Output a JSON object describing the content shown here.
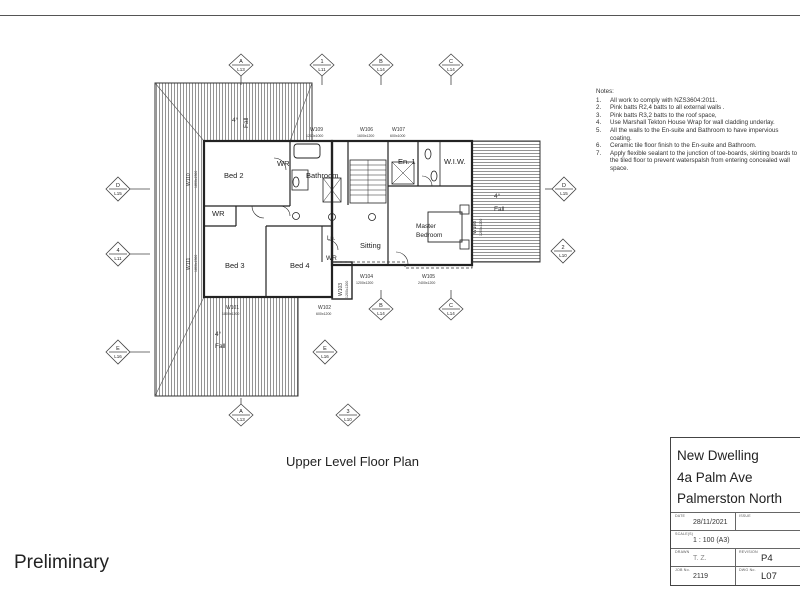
{
  "plan": {
    "title": "Upper Level Floor Plan",
    "stamp": "Preliminary",
    "rooms": {
      "bed2": "Bed 2",
      "bed3": "Bed 3",
      "bed4": "Bed 4",
      "bathroom": "Bathroom",
      "sitting": "Sitting",
      "en1": "En. 1",
      "wiw": "W.I.W.",
      "master": [
        "Master",
        "Bedroom"
      ],
      "wr1": "WR",
      "wr2": "WR",
      "wr3": "WR",
      "ln": "Ln."
    },
    "windows": {
      "w109": [
        "W109",
        "1200x1000"
      ],
      "w106": [
        "W106",
        "1600x1200"
      ],
      "w107": [
        "W107",
        "600x1000"
      ],
      "w110": [
        "W110",
        "1800x1500"
      ],
      "w111": [
        "W111",
        "1800x1500"
      ],
      "w101": [
        "W101",
        "1800x1200"
      ],
      "w102": [
        "W102",
        "600x1200"
      ],
      "w103": [
        "W103",
        "1200x1200"
      ],
      "w104": [
        "W104",
        "1200x1200"
      ],
      "w105": [
        "W105",
        "2400x1200"
      ],
      "w108": [
        "W108",
        "1200x1200"
      ]
    },
    "roof_labels": {
      "fall_top": "Fall",
      "slope_top": "4°",
      "fall_right": "Fall",
      "slope_right": "4°",
      "fall_bottom": "Fall",
      "slope_bottom": "4°"
    },
    "markers": {
      "a_top": [
        "A",
        "L13"
      ],
      "one_top": [
        "1",
        "L11"
      ],
      "b_top": [
        "B",
        "L14"
      ],
      "c_top": [
        "C",
        "L14"
      ],
      "d_left": [
        "D",
        "L15"
      ],
      "d_right": [
        "D",
        "L15"
      ],
      "four_left": [
        "4",
        "L11"
      ],
      "two_right": [
        "2",
        "L10"
      ],
      "b_mid": [
        "B",
        "L14"
      ],
      "c_mid": [
        "C",
        "L14"
      ],
      "e_left": [
        "E",
        "L16"
      ],
      "e_mid": [
        "E",
        "L16"
      ],
      "a_bottom": [
        "A",
        "L13"
      ],
      "three_bottom": [
        "3",
        "L10"
      ]
    }
  },
  "notes": {
    "title": "Notes:",
    "items": [
      {
        "num": "1.",
        "text": "All work to comply with NZS3604:2011."
      },
      {
        "num": "2.",
        "text": "Pink batts R2,4 batts to all external walls ."
      },
      {
        "num": "3.",
        "text": "Pink batts R3,2 batts to the roof space,"
      },
      {
        "num": "4.",
        "text": "Use Marshall Tekton House Wrap for wall cladding underlay."
      },
      {
        "num": "5.",
        "text": "All the walls to the En-suite and Bathroom to have impervious coating."
      },
      {
        "num": "6.",
        "text": "Ceramic tile floor finish to the En-suite and Bathroom."
      },
      {
        "num": "7.",
        "text": "Apply flexible sealant to the junction of toe-boards, skirting boards to the tiled floor to prevent waterspalsh from entering concealed wall space."
      }
    ]
  },
  "title_block": {
    "line1": "New Dwelling",
    "line2": "4a Palm Ave",
    "line3": "Palmerston North",
    "date_label": "DATE",
    "date": "28/11/2021",
    "issue_label": "ISSUE",
    "scale_label": "SCALE(S)",
    "scale": "1 : 100 (A3)",
    "drawn_label": "DRAWN",
    "drawn": "T. Z.",
    "revision_label": "REVISION",
    "revision": "P4",
    "job_label": "JOB No.",
    "job": "2119",
    "dwg_label": "DWG No.",
    "dwg": "L07"
  }
}
